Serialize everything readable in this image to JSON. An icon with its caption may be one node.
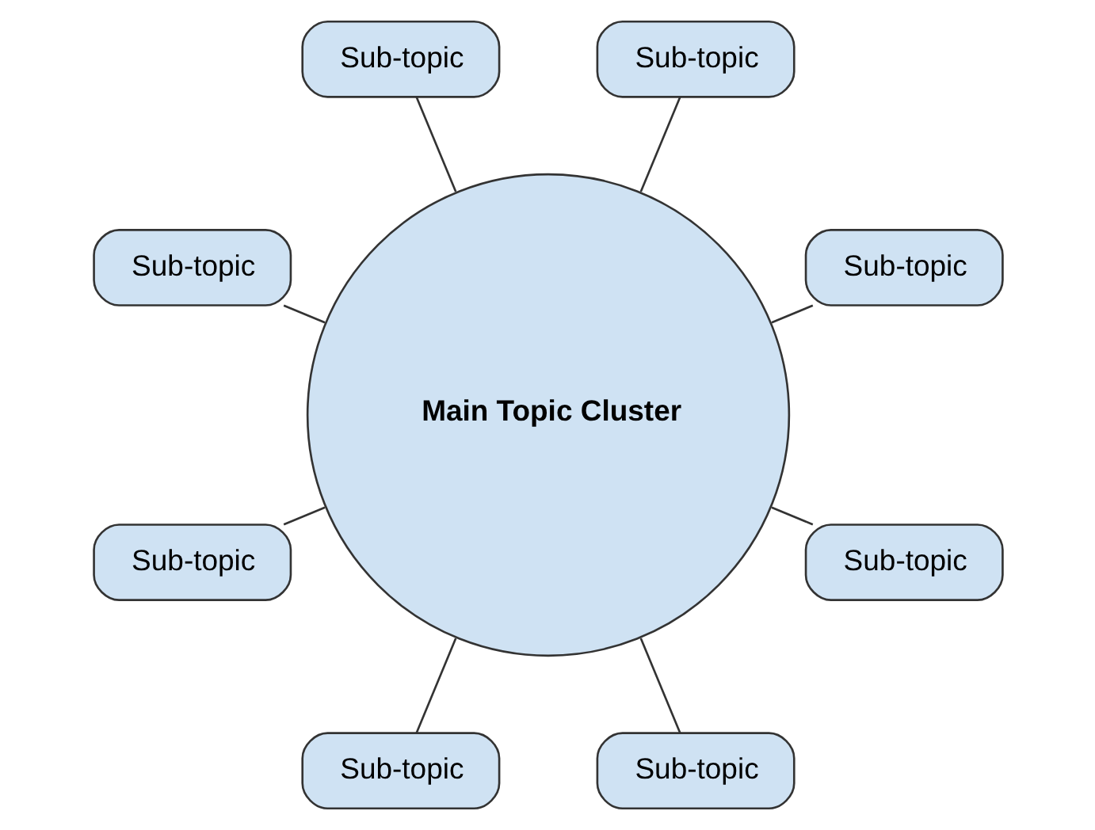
{
  "diagram": {
    "nodes": [
      {
        "text": [
          "Main Topic Cluster"
        ]
      },
      {
        "text": [
          "Sub-topic"
        ]
      },
      {
        "text": [
          "Sub-topic"
        ]
      },
      {
        "text": [
          "Sub-topic"
        ]
      },
      {
        "text": [
          "Sub-topic"
        ]
      },
      {
        "text": [
          "Sub-topic"
        ]
      },
      {
        "text": [
          "Sub-topic"
        ]
      },
      {
        "text": [
          "Sub-topic"
        ]
      },
      {
        "text": [
          "Sub-topic"
        ]
      }
    ],
    "edges": [
      {
        "from": 0,
        "to": 1,
        "arrow": "none"
      },
      {
        "from": 0,
        "to": 2,
        "arrow": "none"
      },
      {
        "from": 0,
        "to": 3,
        "arrow": "none"
      },
      {
        "from": 0,
        "to": 4,
        "arrow": "none"
      },
      {
        "from": 0,
        "to": 5,
        "arrow": "none"
      },
      {
        "from": 0,
        "to": 6,
        "arrow": "none"
      },
      {
        "from": 0,
        "to": 7,
        "arrow": "none"
      },
      {
        "from": 0,
        "to": 8,
        "arrow": "none"
      }
    ]
  }
}
